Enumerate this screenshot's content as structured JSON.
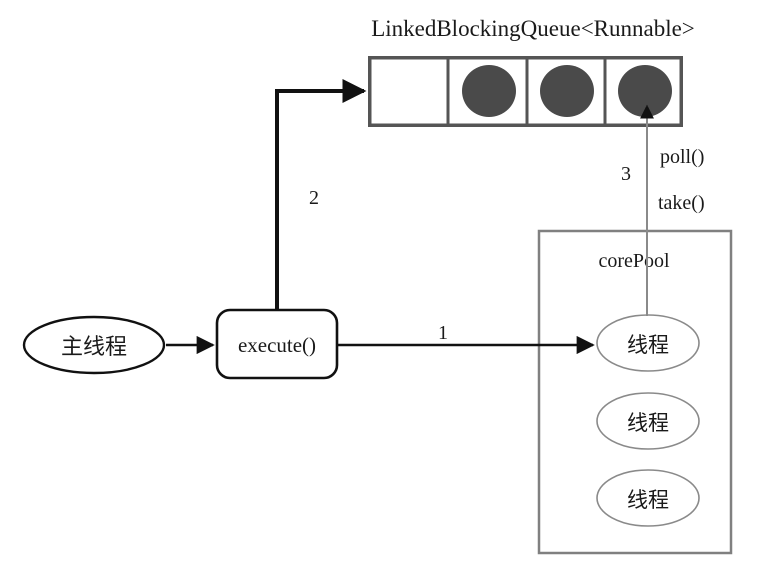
{
  "diagram": {
    "title": "LinkedBlockingQueue<Runnable>",
    "queue": {
      "label": "LinkedBlockingQueue<Runnable>",
      "cells": [
        {
          "filled": false,
          "task": ""
        },
        {
          "filled": true,
          "task": "task"
        },
        {
          "filled": true,
          "task": "task"
        },
        {
          "filled": true,
          "task": "task"
        }
      ],
      "border_color": "#555555",
      "task_color": "#4a4a4a"
    },
    "main_thread": {
      "label": "主线程"
    },
    "execute_box": {
      "label": "execute()"
    },
    "core_pool": {
      "label": "corePool",
      "threads": [
        {
          "label": "线程"
        },
        {
          "label": "线程"
        },
        {
          "label": "线程"
        }
      ],
      "border_color": "#808080"
    },
    "flows": [
      {
        "id": "1",
        "number": "1",
        "from": "execute()",
        "to": "线程",
        "color": "#000000"
      },
      {
        "id": "2",
        "number": "2",
        "from": "execute()",
        "to": "LinkedBlockingQueue<Runnable>",
        "color": "#000000"
      },
      {
        "id": "3",
        "number": "3",
        "from": "线程",
        "to": "LinkedBlockingQueue<Runnable>",
        "color": "#777777"
      }
    ],
    "annotations": [
      {
        "id": "poll",
        "label": "poll()"
      },
      {
        "id": "take",
        "label": "take()"
      }
    ]
  }
}
